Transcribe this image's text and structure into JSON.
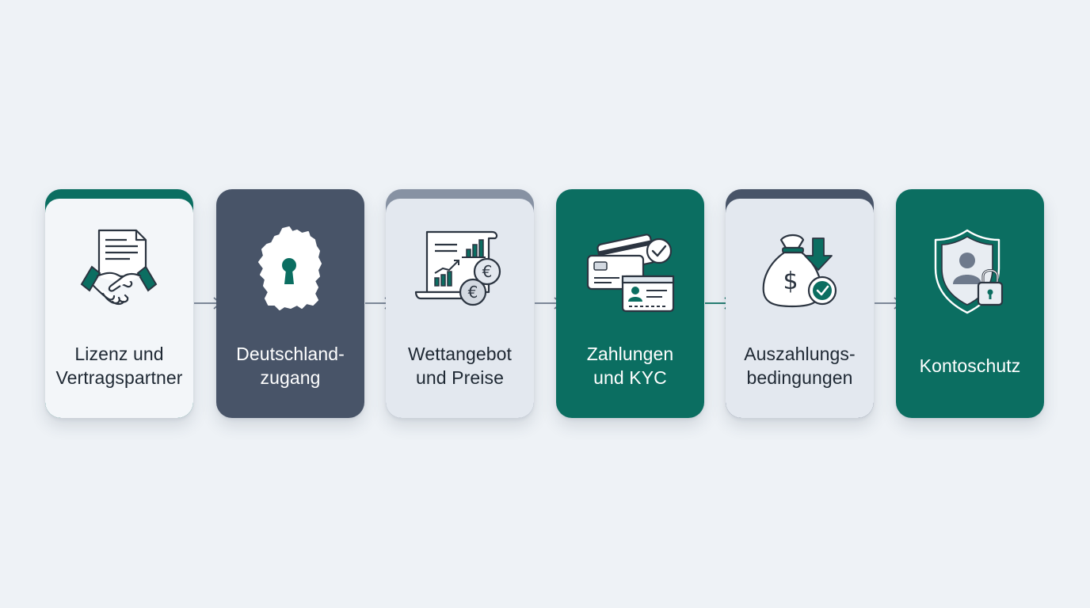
{
  "steps": [
    {
      "label_line1": "Lizenz und",
      "label_line2": "Vertragspartner",
      "icon": "contract-handshake-icon"
    },
    {
      "label_line1": "Deutschland-",
      "label_line2": "zugang",
      "icon": "germany-keyhole-icon"
    },
    {
      "label_line1": "Wettangebot",
      "label_line2": "und Preise",
      "icon": "report-euro-coins-icon"
    },
    {
      "label_line1": "Zahlungen",
      "label_line2": "und KYC",
      "icon": "cards-id-check-icon"
    },
    {
      "label_line1": "Auszahlungs-",
      "label_line2": "bedingungen",
      "icon": "money-bag-download-icon"
    },
    {
      "label_line1": "Kontoschutz",
      "icon": "shield-user-lock-icon"
    }
  ],
  "colors": {
    "background": "#eef2f6",
    "teal": "#0b6e61",
    "slate": "#485468",
    "light_card": "#f3f6f9",
    "light_card_alt": "#e3e8ef",
    "text_dark": "#1e2833"
  }
}
